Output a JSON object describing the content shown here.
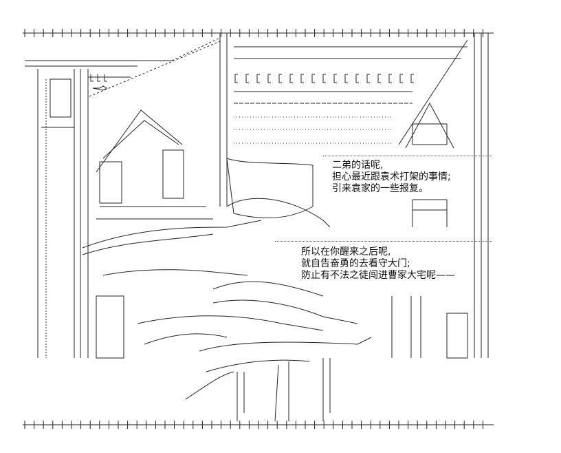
{
  "dialogue_1": [
    "二弟的话呢,",
    "担心最近跟袁术打架的事情;",
    "引来袁家的一些报复。"
  ],
  "dialogue_2": [
    "所以在你醒来之后呢,",
    "就自告奋勇的去看守大门;",
    "防止有不法之徒闯进曹家大宅呢——"
  ]
}
